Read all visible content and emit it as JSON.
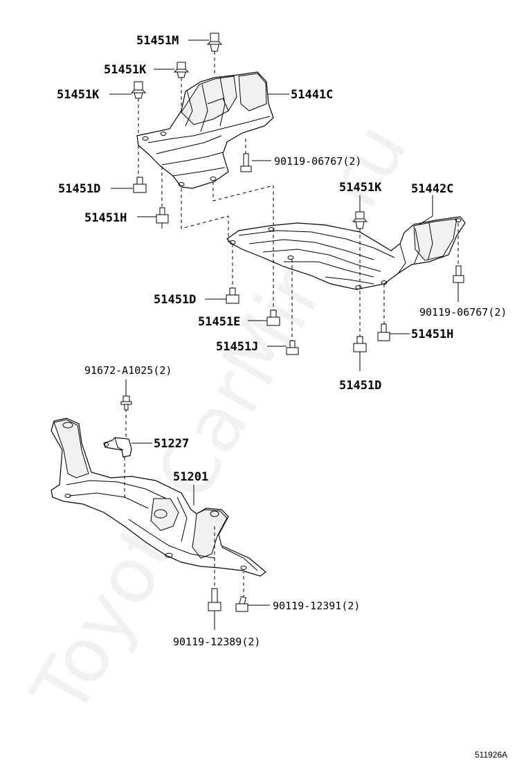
{
  "watermark": "ToyotaCarMine.ru",
  "diagram_id": "511926A",
  "labels": {
    "m": "51451M",
    "k1": "51451K",
    "k2": "51451K",
    "c1": "51441C",
    "bolt_upper": "90119-06767(2)",
    "d1": "51451D",
    "h1": "51451H",
    "k3": "51451K",
    "c2": "51442C",
    "bolt_right": "90119-06767(2)",
    "d2": "51451D",
    "e": "51451E",
    "h2": "51451H",
    "j": "51451J",
    "d3": "51451D",
    "clip": "91672-A1025(2)",
    "bracket": "51227",
    "crossmember": "51201",
    "bolt_front": "90119-12391(2)",
    "bolt_rear": "90119-12389(2)"
  }
}
